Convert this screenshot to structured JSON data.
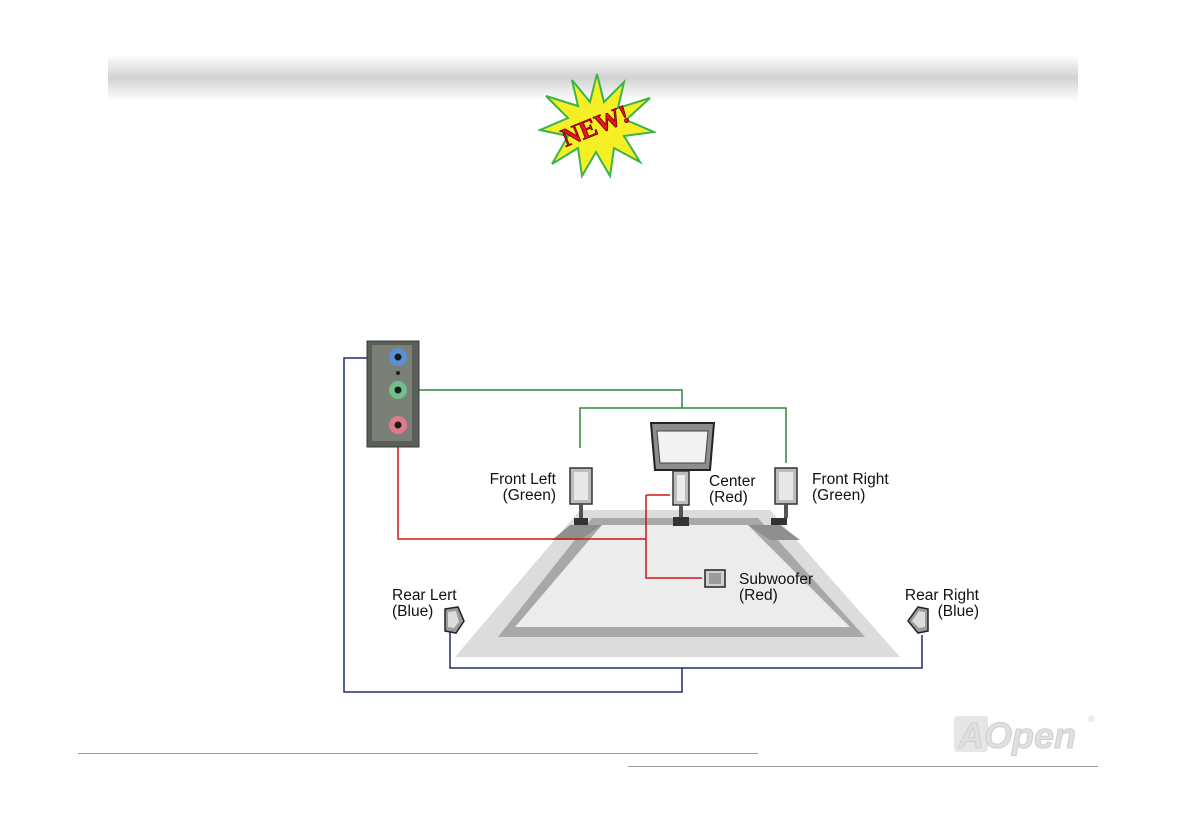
{
  "badge": {
    "text": "NEW!",
    "fill": "#f7ef25",
    "outline": "#39b54a",
    "text_color": "#e8141c"
  },
  "speakers": {
    "front_left": {
      "name": "Front Left",
      "color": "(Green)"
    },
    "center": {
      "name": "Center",
      "color": "(Red)"
    },
    "front_right": {
      "name": "Front Right",
      "color": "(Green)"
    },
    "subwoofer": {
      "name": "Subwoofer",
      "color": "(Red)"
    },
    "rear_left": {
      "name": "Rear Lert",
      "color": "(Blue)"
    },
    "rear_right": {
      "name": "Rear Right",
      "color": "(Blue)"
    }
  },
  "jack_colors": {
    "line_in": "#5b8fd6",
    "line_out": "#6fc08a",
    "mic": "#e07a8a"
  },
  "wire_colors": {
    "green": "#2a8a3a",
    "red": "#d01515",
    "blue": "#1f2a7a"
  },
  "logo": {
    "text": "AOpen",
    "mark": "®"
  }
}
